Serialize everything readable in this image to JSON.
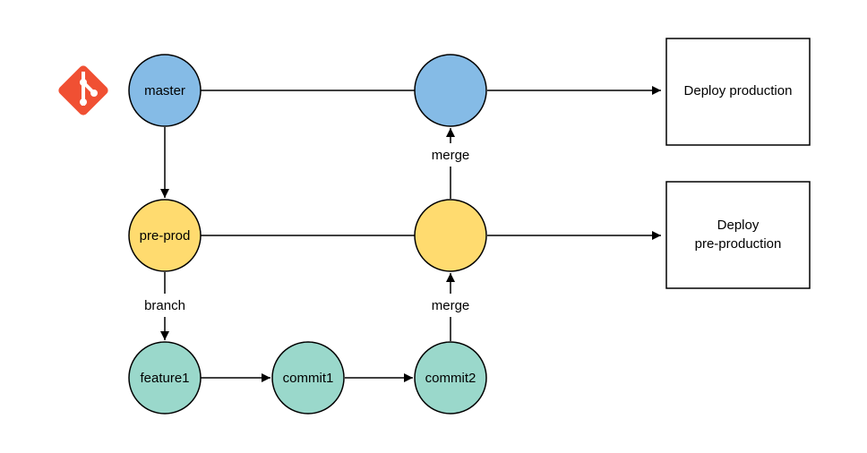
{
  "logo": {
    "icon": "git-logo-icon",
    "color": "#f05033"
  },
  "colors": {
    "master": "#85bbe6",
    "preprod": "#ffdb6f",
    "feature": "#9ad8cb",
    "stroke": "#000000"
  },
  "nodes": {
    "master": "master",
    "master_merge": "",
    "preprod": "pre-prod",
    "preprod_merge": "",
    "feature1": "feature1",
    "commit1": "commit1",
    "commit2": "commit2"
  },
  "edge_labels": {
    "branch": "branch",
    "merge_top": "merge",
    "merge_bottom": "merge"
  },
  "boxes": {
    "deploy_production": [
      "Deploy production"
    ],
    "deploy_preproduction": [
      "Deploy",
      "pre-production"
    ]
  }
}
